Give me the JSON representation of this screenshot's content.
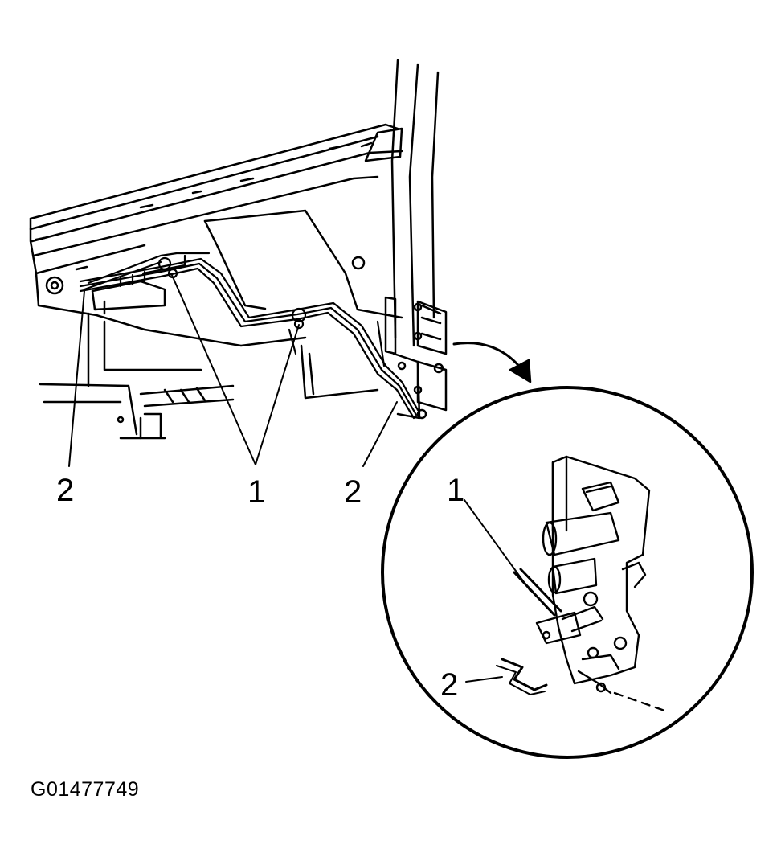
{
  "figure": {
    "callouts": {
      "left_2": "2",
      "center_1": "1",
      "center_2": "2",
      "detail_1": "1",
      "detail_2": "2"
    },
    "figure_id": "G01477749"
  }
}
